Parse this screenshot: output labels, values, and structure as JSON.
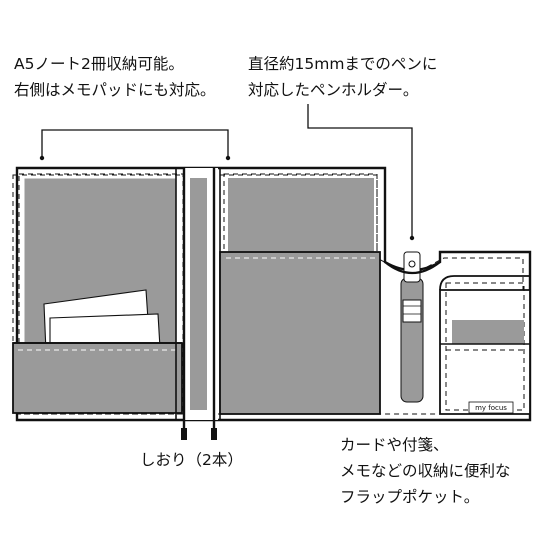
{
  "callouts": {
    "notebook": {
      "line1": "A5ノート2冊収納可能。",
      "line2": "右側はメモパッドにも対応。"
    },
    "pen": {
      "line1": "直径約15mmまでのペンに",
      "line2": "対応したペンホルダー。"
    },
    "bookmark": {
      "line1": "しおり（2本）"
    },
    "flap": {
      "line1": "カードや付箋、",
      "line2": "メモなどの収納に便利な",
      "line3": "フラップポケット。"
    }
  },
  "brand_tag": "my focus",
  "colors": {
    "outline": "#111111",
    "page_gray": "#9a9a9a",
    "white": "#ffffff"
  }
}
